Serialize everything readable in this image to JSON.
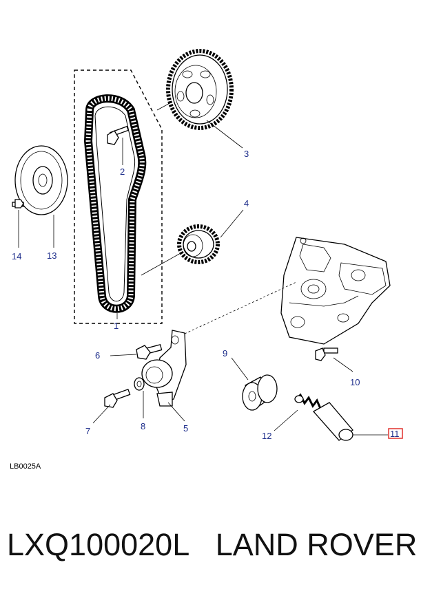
{
  "diagram": {
    "ref_code": "LB0025A",
    "highlight_color": "#e0312d",
    "label_color": "#1f2f8c",
    "callouts": {
      "c1": "1",
      "c2": "2",
      "c3": "3",
      "c4": "4",
      "c5": "5",
      "c6": "6",
      "c7": "7",
      "c8": "8",
      "c9": "9",
      "c10": "10",
      "c11": "11",
      "c12": "12",
      "c13": "13",
      "c14": "14"
    }
  },
  "footer": {
    "part_number": "LXQ100020L",
    "brand": "LAND ROVER"
  }
}
